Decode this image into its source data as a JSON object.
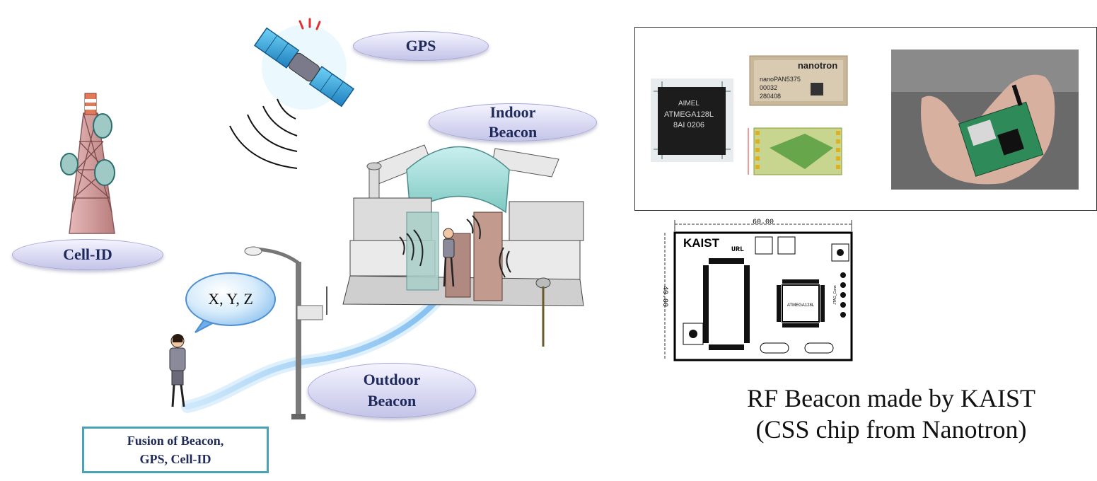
{
  "labels": {
    "gps": "GPS",
    "indoor_beacon": [
      "Indoor",
      "Beacon"
    ],
    "cell_id": "Cell-ID",
    "outdoor_beacon": [
      "Outdoor",
      "Beacon"
    ],
    "coords": "X, Y, Z",
    "fusion": [
      "Fusion of Beacon,",
      "GPS, Cell-ID"
    ]
  },
  "hardware": {
    "atmega_chip": [
      "ATMEGA128L",
      "8AI  0206"
    ],
    "atmel_brand": "AIMEL",
    "nanotron_brand": "nanotron",
    "nanotron_module": [
      "nanoPAN5375",
      "00032",
      "280408"
    ]
  },
  "pcb": {
    "width_dim": "60.00",
    "height_dim": "40.00",
    "logo": "KAIST",
    "url_label": "URL",
    "main_chip": "ATMEGA128L",
    "jtag": "JTAG_Conn"
  },
  "caption": [
    "RF Beacon made by KAIST",
    "(CSS chip from Nanotron)"
  ],
  "colors": {
    "oval_text": "#1f2a5a",
    "fusion_border": "#4aa3b5",
    "bubble": "#6fb0ea",
    "path_glow": "#9fd0f5"
  }
}
